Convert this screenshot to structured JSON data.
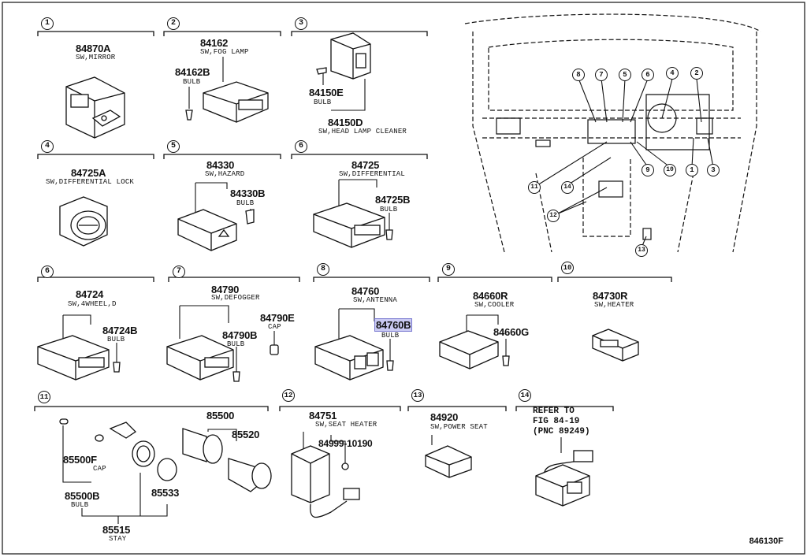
{
  "sections": [
    {
      "num": "1",
      "part": "84870A",
      "desc": "SW,MIRROR"
    },
    {
      "num": "2",
      "part": "84162",
      "desc": "SW,FOG LAMP",
      "sub": [
        {
          "part": "84162B",
          "desc": "BULB"
        }
      ]
    },
    {
      "num": "3",
      "part": "84150D",
      "desc": "SW,HEAD LAMP CLEANER",
      "sub": [
        {
          "part": "84150E",
          "desc": "BULB"
        }
      ]
    },
    {
      "num": "4",
      "part": "84725A",
      "desc": "SW,DIFFERENTIAL LOCK"
    },
    {
      "num": "5",
      "part": "84330",
      "desc": "SW,HAZARD",
      "sub": [
        {
          "part": "84330B",
          "desc": "BULB"
        }
      ]
    },
    {
      "num": "6",
      "part": "84725",
      "desc": "SW,DIFFERENTIAL",
      "sub": [
        {
          "part": "84725B",
          "desc": "BULB"
        }
      ]
    },
    {
      "num": "6",
      "part": "84724",
      "desc": "SW,4WHEEL,D",
      "sub": [
        {
          "part": "84724B",
          "desc": "BULB"
        }
      ]
    },
    {
      "num": "7",
      "part": "84790",
      "desc": "SW,DEFOGGER",
      "sub": [
        {
          "part": "84790E",
          "desc": "CAP"
        },
        {
          "part": "84790B",
          "desc": "BULB"
        }
      ]
    },
    {
      "num": "8",
      "part": "84760",
      "desc": "SW,ANTENNA",
      "sub": [
        {
          "part": "84760B",
          "desc": "BULB"
        }
      ]
    },
    {
      "num": "9",
      "part": "84660R",
      "desc": "SW,COOLER",
      "sub": [
        {
          "part": "84660G",
          "desc": ""
        }
      ]
    },
    {
      "num": "10",
      "part": "84730R",
      "desc": "SW,HEATER"
    },
    {
      "num": "11",
      "parts": [
        {
          "part": "85500",
          "desc": ""
        },
        {
          "part": "85520",
          "desc": ""
        },
        {
          "part": "85500F",
          "desc": "CAP"
        },
        {
          "part": "85500B",
          "desc": "BULB"
        },
        {
          "part": "85533",
          "desc": ""
        },
        {
          "part": "85515",
          "desc": "STAY"
        }
      ]
    },
    {
      "num": "12",
      "part": "84751",
      "desc": "SW,SEAT HEATER",
      "sub": [
        {
          "part": "84999-10190",
          "desc": ""
        }
      ]
    },
    {
      "num": "13",
      "part": "84920",
      "desc": "SW,POWER SEAT"
    },
    {
      "num": "14",
      "ref": "REFER TO\nFIG 84-19\n(PNC 89249)"
    }
  ],
  "callouts": [
    "8",
    "7",
    "5",
    "6",
    "4",
    "2",
    "9",
    "10",
    "1",
    "3",
    "11",
    "14",
    "12",
    "13"
  ],
  "diagram_code": "846130F",
  "colors": {
    "highlight": "#c9c9f2",
    "ink": "#111111"
  },
  "icons": [
    "switch-icon",
    "bulb-icon",
    "cap-icon",
    "socket-icon",
    "cigar-lighter-icon",
    "connector-icon",
    "interior-view-icon"
  ]
}
